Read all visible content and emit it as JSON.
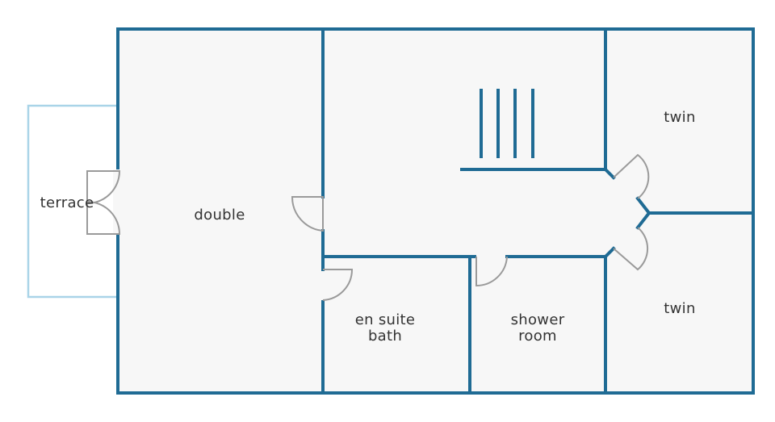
{
  "rooms": {
    "terrace": "terrace",
    "double": "double",
    "twin_upper": "twin",
    "twin_lower": "twin",
    "en_suite": [
      "en suite",
      "bath"
    ],
    "shower": [
      "shower",
      "room"
    ]
  },
  "colors": {
    "wall": "#1f6b94",
    "terrace_outline": "#a9d4e8",
    "door": "#9a9a9a",
    "floor": "#f7f7f7",
    "label": "#333333"
  }
}
